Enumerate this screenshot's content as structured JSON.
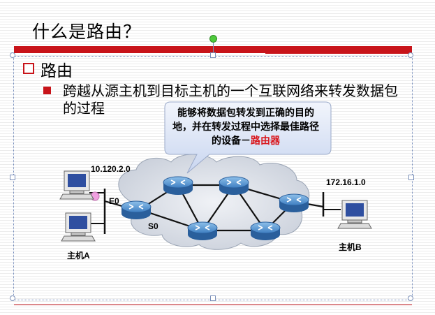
{
  "slide": {
    "title": "什么是路由？",
    "heading": "路由",
    "body_text": "跨越从源主机到目标主机的一个互联网络来转发数据包的过程"
  },
  "callout": {
    "text": "能够将数据包转发到正确的目的地，并在转发过程中选择最佳路径的设备－",
    "highlight": "路由器"
  },
  "diagram": {
    "network_left": "10.120.2.0",
    "network_right": "172.16.1.0",
    "interface_e0": "E0",
    "interface_s0": "S0",
    "host_a": "主机A",
    "host_b": "主机B"
  },
  "colors": {
    "accent": "#c8141a",
    "cloud": "#d8dde6",
    "router": "#3f7fc2",
    "callout_fill": "#dce4f4"
  }
}
